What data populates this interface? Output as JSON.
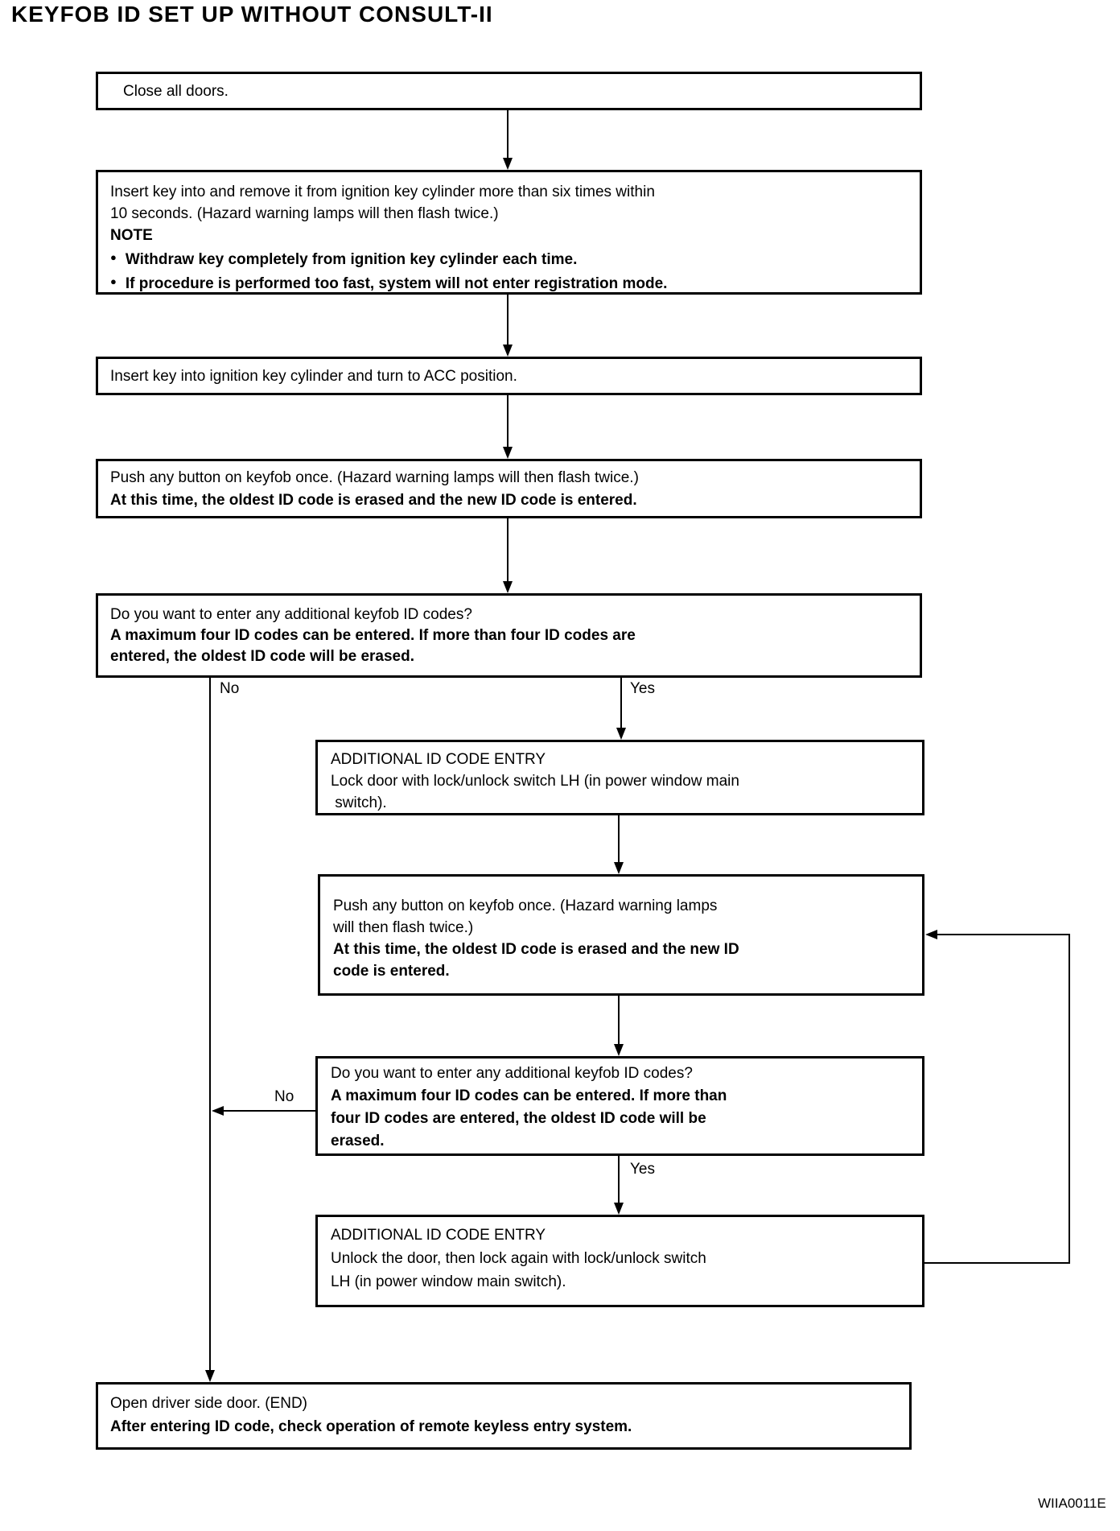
{
  "title": "KEYFOB ID SET UP WITHOUT CONSULT-II",
  "figure_code": "WIIA0011E",
  "colors": {
    "ink": "#000000",
    "background": "#ffffff"
  },
  "branch_labels": {
    "no_first": "No",
    "yes_first": "Yes",
    "no_second": "No",
    "yes_second": "Yes"
  },
  "steps": {
    "close_doors": {
      "line1": "Close all doors."
    },
    "key_cycle": {
      "line1": "Insert key into and remove it from ignition key cylinder more than six times within",
      "line2": "10 seconds. (Hazard warning lamps will then flash twice.)",
      "note_label": "NOTE",
      "bullet": "●",
      "note1": "Withdraw key completely from ignition key cylinder each time.",
      "note2": "If procedure is performed too fast, system will not enter registration mode."
    },
    "acc_position": {
      "line1": "Insert key into ignition key cylinder and turn to ACC position."
    },
    "push_button_first": {
      "line1": "Push any button on keyfob once. (Hazard warning lamps will then flash twice.)",
      "line2": "At this time, the oldest ID code is erased and the new ID code is entered."
    },
    "decision_first": {
      "line1": "Do you want to enter any additional keyfob ID codes?",
      "line2": "A maximum four ID codes can be entered. If more than four ID codes are",
      "line3": "entered, the oldest ID code will be erased."
    },
    "additional_entry_lock": {
      "line1": "ADDITIONAL ID CODE ENTRY",
      "line2": "Lock door with lock/unlock switch LH (in power window main",
      "line3": " switch)."
    },
    "push_button_second": {
      "line1": "Push any button on keyfob once. (Hazard warning lamps",
      "line2": "will then flash twice.)",
      "line3": "At this time, the oldest ID code is erased and the new ID",
      "line4": "code is entered."
    },
    "decision_second": {
      "line1": "Do you want to enter any additional keyfob ID codes?",
      "line2": "A maximum four ID codes can be entered. If more than",
      "line3": "four ID codes are entered, the oldest ID code will be",
      "line4": "erased."
    },
    "additional_entry_unlock": {
      "line1": "ADDITIONAL ID CODE ENTRY",
      "line2": "Unlock the door, then lock again with lock/unlock switch",
      "line3": "LH (in power window main switch)."
    },
    "open_door_end": {
      "line1": "Open driver side door. (END)",
      "line2": "After entering ID code, check operation of remote keyless entry system."
    }
  }
}
